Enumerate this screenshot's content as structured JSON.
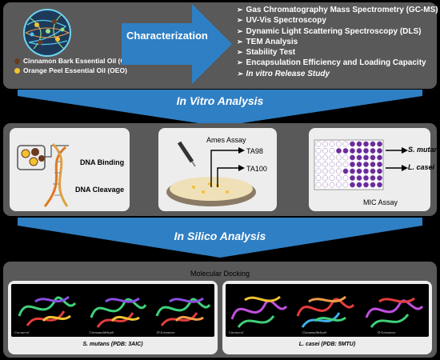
{
  "characterization": {
    "arrow_label": "Characterization",
    "items": [
      "Gas Chromatography Mass Spectrometry (GC-MS)",
      "UV-Vis Spectroscopy",
      "Dynamic Light Scattering Spectroscopy (DLS)",
      "TEM Analysis",
      "Stability Test",
      "Encapsulation Efficiency and Loading Capacity",
      "In vitro Release Study"
    ],
    "oils": [
      {
        "label": "Cinnamon Bark Essential Oil (CEO)",
        "color": "#6b3a1e"
      },
      {
        "label": "Orange Peel Essential Oil (OEO)",
        "color": "#f2c230"
      }
    ]
  },
  "in_vitro": {
    "banner": "In Vitro Analysis",
    "dna": {
      "binding": "DNA Binding",
      "cleavage": "DNA Cleavage"
    },
    "ames": {
      "title": "Ames Assay",
      "strain1": "TA98",
      "strain2": "TA100"
    },
    "mic": {
      "title": "MIC Assay",
      "organism1": "S. mutans",
      "organism2": "L. casei"
    }
  },
  "in_silico": {
    "banner": "In Silico Analysis",
    "title": "Molecular Docking",
    "left_caption": "S. mutans (PDB: 3AIC)",
    "right_caption": "L. casei (PDB: 5MTU)",
    "ligands": [
      "Carvacrol",
      "Cinnamaldehyde",
      "D-Limonene"
    ]
  },
  "colors": {
    "panel": "#595959",
    "arrow": "#2f7fc4",
    "banner": "#2f7fc4",
    "box": "#ededed"
  }
}
